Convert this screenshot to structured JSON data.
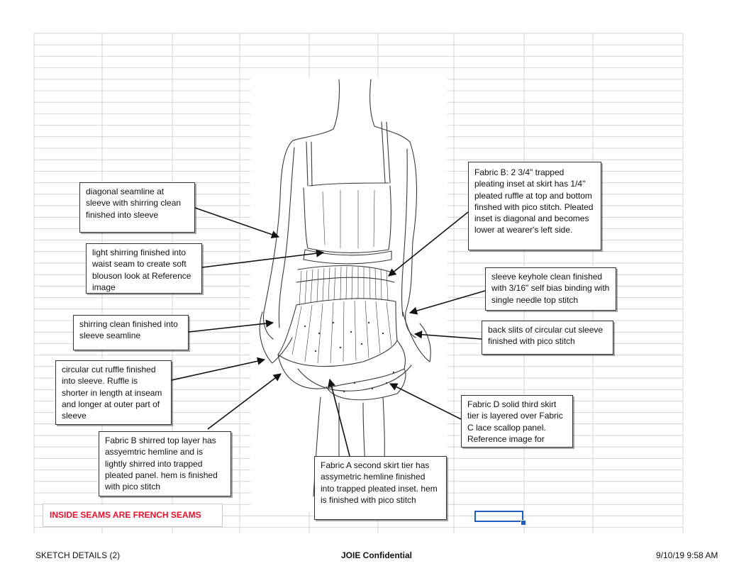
{
  "callouts": [
    {
      "id": "c1",
      "name": "callout-diagonal-seamline",
      "text": "diagonal seamline at sleeve with shirring clean finished into sleeve"
    },
    {
      "id": "c2",
      "name": "callout-light-shirring",
      "text": "light shirring finished into waist seam to create soft blouson look at Reference image"
    },
    {
      "id": "c3",
      "name": "callout-shirring-sleeve",
      "text": "shirring clean finished into sleeve seamline"
    },
    {
      "id": "c4",
      "name": "callout-circular-cut-ruffle",
      "text": "circular cut ruffle finished into sleeve.   Ruffle is shorter in length at inseam and longer at outer part of sleeve"
    },
    {
      "id": "c5",
      "name": "callout-fabric-b-shirred",
      "text": "Fabric B shirred top layer has assyemtric hemline and is lightly shirred into trapped pleated panel.  hem is finished with pico stitch"
    },
    {
      "id": "c6",
      "name": "callout-fabric-a-second-tier",
      "text": "Fabric A second skirt tier has assymetric hemline finished into trapped pleated inset.  hem is finished with pico stitch"
    },
    {
      "id": "c7",
      "name": "callout-fabric-b-pleating",
      "text": "Fabric B: 2 3/4\" trapped pleating inset at skirt has 1/4\" pleated ruffle at top and bottom finshed with pico stitch.  Pleated inset is diagonal and becomes lower at wearer's left side."
    },
    {
      "id": "c8",
      "name": "callout-sleeve-keyhole",
      "text": "sleeve keyhole clean finished with 3/16\" self bias binding with single needle top stitch"
    },
    {
      "id": "c9",
      "name": "callout-back-slits",
      "text": "back slits of circular cut sleeve finished with pico stitch"
    },
    {
      "id": "c10",
      "name": "callout-fabric-d-third-tier",
      "text": "Fabric D solid third skirt tier is layered over Fabric C lace scallop panel.  Reference image for understanding"
    }
  ],
  "warning": "INSIDE SEAMS ARE FRENCH SEAMS",
  "footer": {
    "sheet_name": "SKETCH DETAILS  (2)",
    "confidential": "JOIE Confidential",
    "timestamp": "9/10/19 9:58 AM"
  },
  "colors": {
    "grid": "#d4d4d4",
    "warning_text": "#e8102a",
    "selection": "#1f5fbf",
    "sketch_line": "#3a3a3a"
  }
}
